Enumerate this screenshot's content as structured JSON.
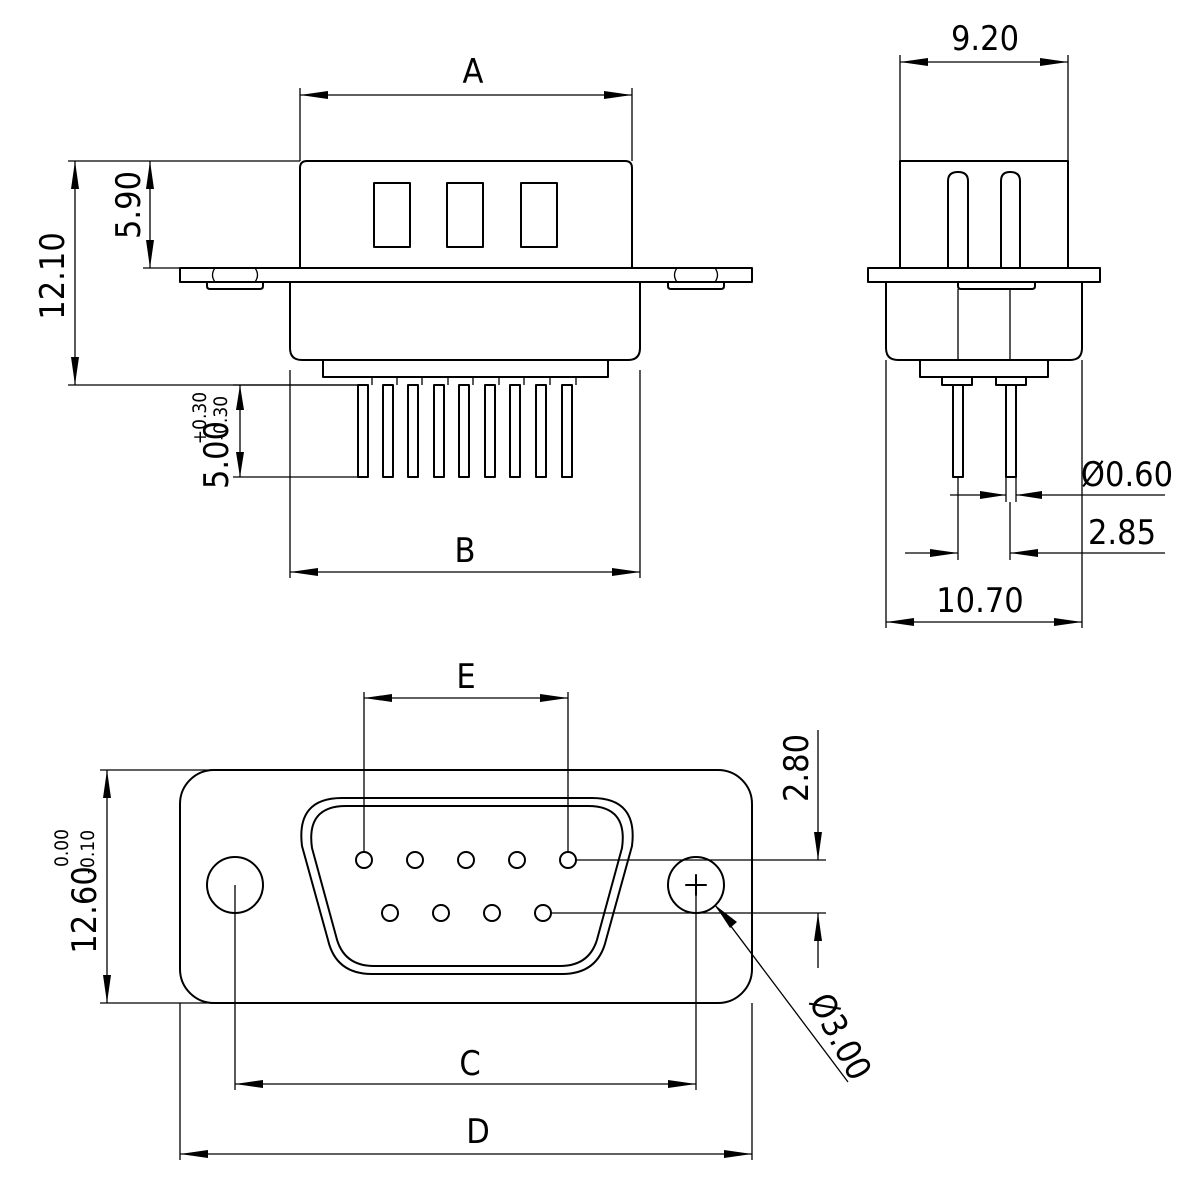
{
  "dimensions": {
    "A": "A",
    "B": "B",
    "C": "C",
    "D": "D",
    "E": "E",
    "height_12_10": "12.10",
    "height_5_90": "5.90",
    "pin_length": "5.00",
    "pin_tol_plus": "+0.30",
    "pin_tol_minus": "-0.30",
    "width_9_20": "9.20",
    "width_10_70": "10.70",
    "pin_diameter": "Ø0.60",
    "pin_spacing": "2.85",
    "row_spacing": "2.80",
    "flange_height": "12.60",
    "flange_tol_upper": "0.00",
    "flange_tol_lower": "-0.10",
    "hole_diameter": "Ø3.00"
  },
  "colors": {
    "line": "#000000",
    "background": "#ffffff"
  }
}
